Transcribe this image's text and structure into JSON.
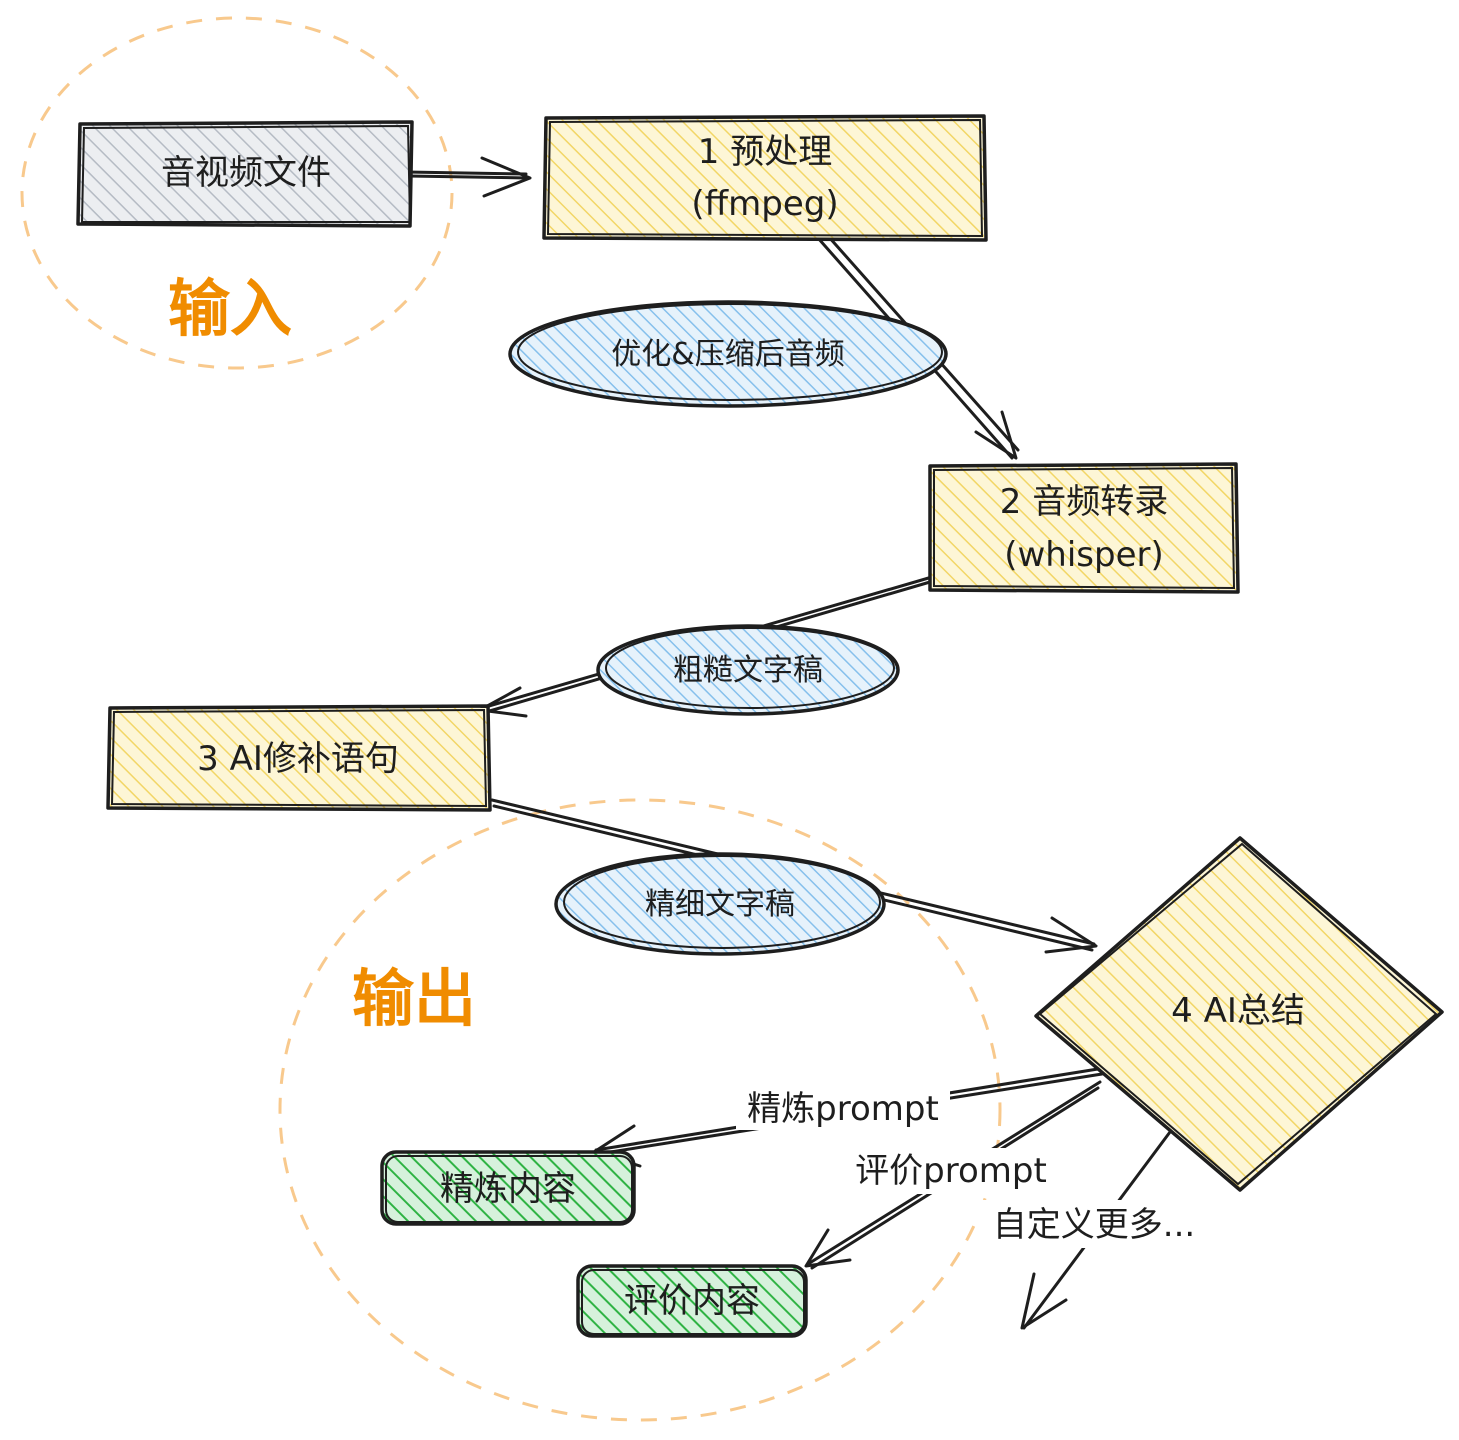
{
  "colors": {
    "ink": "#1e1e1e",
    "group": "#f08c00",
    "group_circle": "#f8c98d",
    "gray_fill": "#c3c8cf",
    "yellow_fill": "#f5dc74",
    "blue_fill": "#8ec5ee",
    "green_fill": "#2fb344"
  },
  "groups": {
    "input": {
      "label": "输入"
    },
    "output": {
      "label": "输出"
    }
  },
  "nodes": {
    "source": {
      "label": "音视频文件"
    },
    "preprocess": {
      "line1": "1 预处理",
      "line2": "(ffmpeg)"
    },
    "transcribe": {
      "line1": "2  音频转录",
      "line2": "(whisper)"
    },
    "repair": {
      "label": "3  AI修补语句"
    },
    "summary": {
      "label": "4  AI总结"
    },
    "refined": {
      "label": "精炼内容"
    },
    "review": {
      "label": "评价内容"
    }
  },
  "artifacts": {
    "compressed_audio": {
      "label": "优化&压缩后音频"
    },
    "rough_draft": {
      "label": "粗糙文字稿"
    },
    "fine_draft": {
      "label": "精细文字稿"
    }
  },
  "edges": {
    "refine_prompt": {
      "label": "精炼prompt"
    },
    "review_prompt": {
      "label": "评价prompt"
    },
    "custom_more": {
      "label": "自定义更多..."
    }
  }
}
